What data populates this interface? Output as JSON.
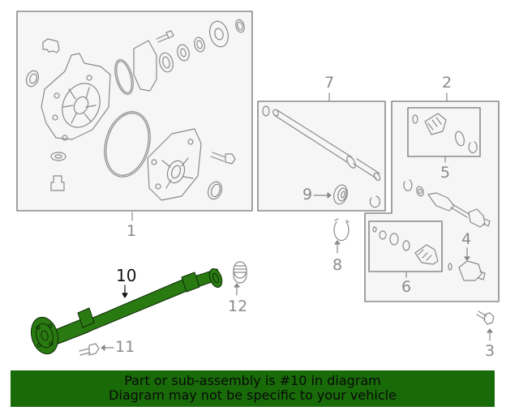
{
  "diagram": {
    "highlighted_part": "10",
    "highlight_color": "#2a7a12",
    "line_color": "#8a8a8a",
    "panel_fill": "#f6f6f6",
    "callouts": [
      {
        "id": "1",
        "label": "1"
      },
      {
        "id": "2",
        "label": "2"
      },
      {
        "id": "3",
        "label": "3"
      },
      {
        "id": "4",
        "label": "4"
      },
      {
        "id": "5",
        "label": "5"
      },
      {
        "id": "6",
        "label": "6"
      },
      {
        "id": "7",
        "label": "7"
      },
      {
        "id": "8",
        "label": "8"
      },
      {
        "id": "9",
        "label": "9"
      },
      {
        "id": "10",
        "label": "10"
      },
      {
        "id": "11",
        "label": "11"
      },
      {
        "id": "12",
        "label": "12"
      }
    ]
  },
  "banner": {
    "line1": "Part or sub-assembly is #10 in diagram",
    "line2": "Diagram may not be specific to your vehicle",
    "background": "#186b08"
  }
}
